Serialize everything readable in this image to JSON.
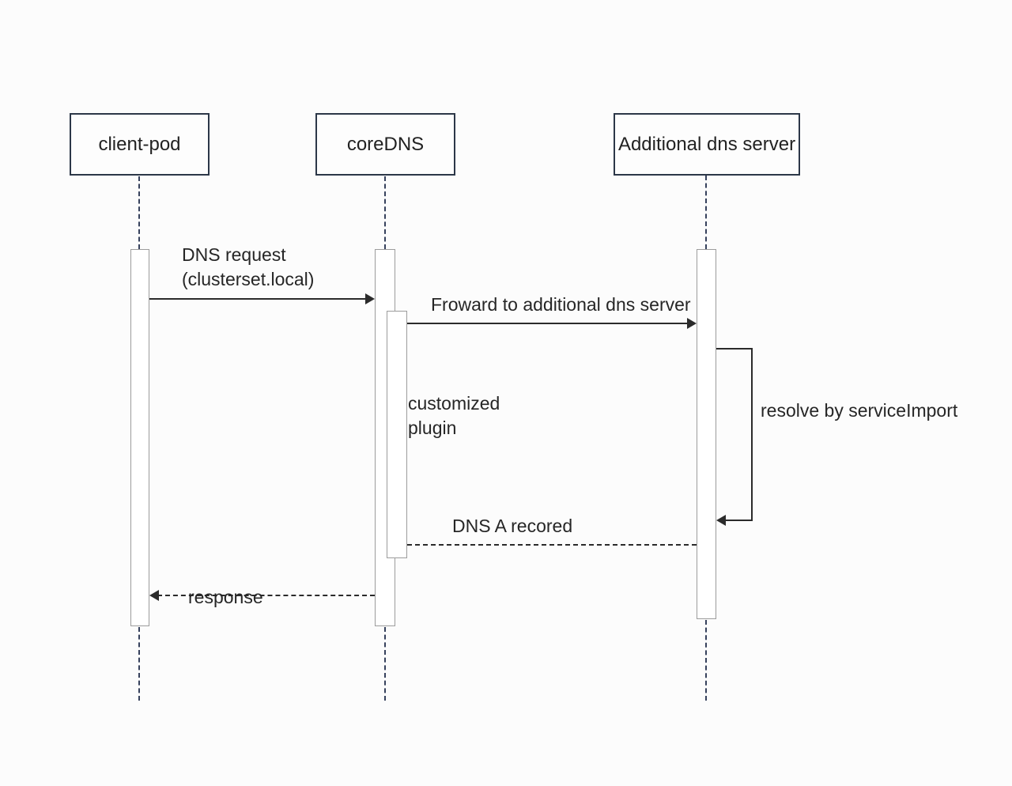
{
  "diagram": {
    "type": "sequence-diagram",
    "participants": [
      {
        "label": "client-pod"
      },
      {
        "label": "coreDNS"
      },
      {
        "label": "Additional dns server"
      }
    ],
    "messages": {
      "dns_request": {
        "line1": "DNS request",
        "line2": "(clusterset.local)",
        "style": "solid",
        "from": "client-pod",
        "to": "coreDNS"
      },
      "forward": {
        "label": "Froward to additional dns server",
        "style": "solid",
        "from": "coreDNS",
        "to": "Additional dns server"
      },
      "resolve": {
        "label": "resolve by serviceImport",
        "style": "self-loop",
        "on": "Additional dns server"
      },
      "dns_a_record": {
        "label": "DNS A recored",
        "style": "dashed",
        "from": "Additional dns server",
        "to": "coreDNS"
      },
      "response": {
        "label": "response",
        "style": "dashed",
        "from": "coreDNS",
        "to": "client-pod"
      }
    },
    "activations": {
      "coredns_plugin_label": "customized plugin"
    },
    "colors": {
      "background": "#fcfcfc",
      "message_line": "#2b2b2b",
      "lifeline": "#36415c",
      "box_border": "#2c3748",
      "activation_border": "#9c9c9c",
      "text": "#262626"
    }
  }
}
